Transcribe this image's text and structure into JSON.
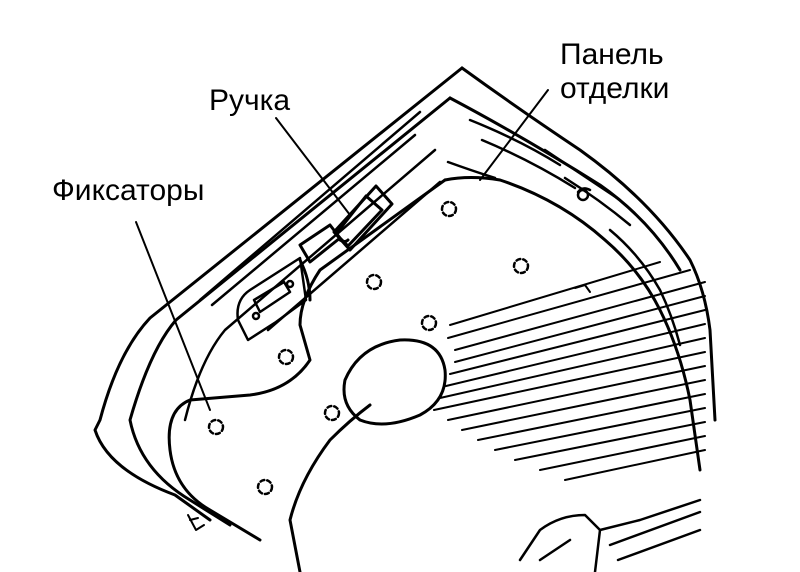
{
  "labels": {
    "handle": "Ручка",
    "clips": "Фиксаторы",
    "panel_line1": "Панель",
    "panel_line2": "отделки"
  },
  "colors": {
    "line": "#000000",
    "background": "#ffffff"
  }
}
